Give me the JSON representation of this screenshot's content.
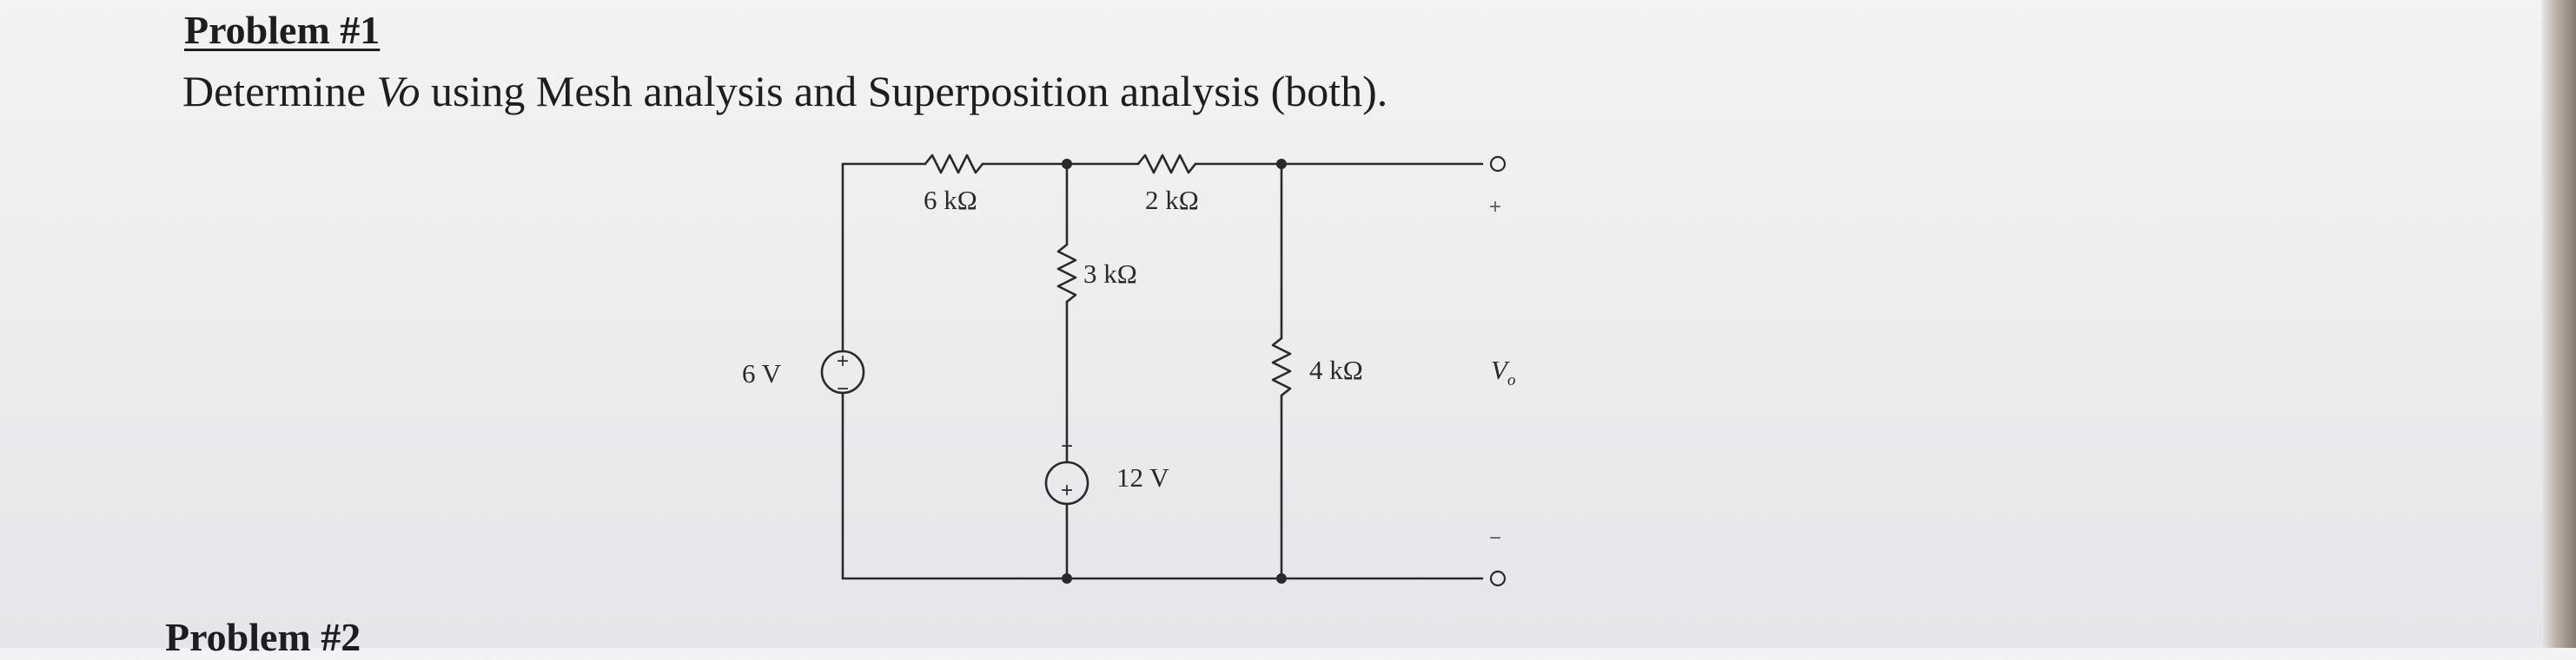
{
  "problem1": {
    "heading": "Problem #1",
    "prompt_before": "Determine ",
    "prompt_var": "Vo",
    "prompt_after": " using Mesh analysis and Superposition analysis (both)."
  },
  "circuit": {
    "resistor_top_left": "6 kΩ",
    "resistor_top_right": "2 kΩ",
    "resistor_middle": "3 kΩ",
    "resistor_right": "4 kΩ",
    "source_left": "6 V",
    "source_middle": "12 V",
    "output_label": "V",
    "output_sub": "o",
    "plus": "+",
    "minus": "−"
  },
  "problem2": {
    "heading": "Problem #2"
  }
}
